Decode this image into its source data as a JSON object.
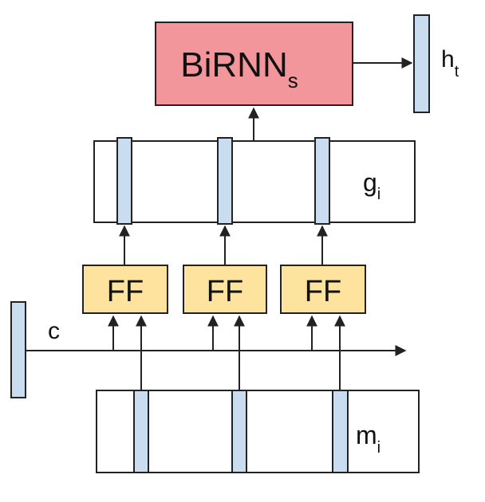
{
  "diagram": {
    "birnn": {
      "label": "BiRNN",
      "subscript": "s"
    },
    "output": {
      "label": "h",
      "subscript": "t"
    },
    "gates": {
      "label": "g",
      "subscript": "i"
    },
    "feedforward": [
      {
        "label": "FF"
      },
      {
        "label": "FF"
      },
      {
        "label": "FF"
      }
    ],
    "context": {
      "label": "c"
    },
    "memory": {
      "label": "m",
      "subscript": "i"
    },
    "colors": {
      "birnn_fill": "#f2969b",
      "ff_fill": "#fde39d",
      "vector_fill": "#c9dcf0",
      "stroke": "#222222",
      "background": "#ffffff"
    }
  }
}
